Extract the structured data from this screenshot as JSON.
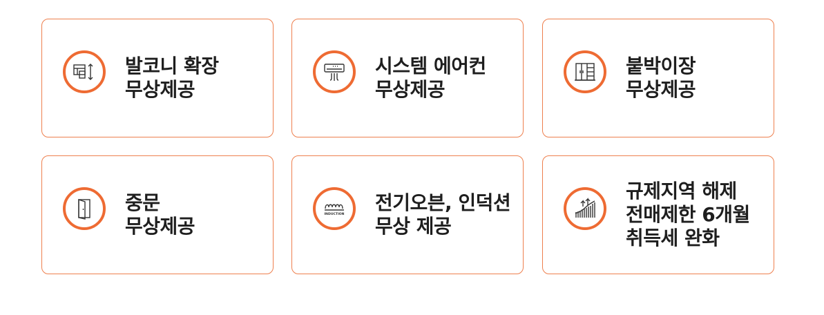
{
  "accent_color": "#ee6b33",
  "border_color": "#ee7f4d",
  "cards": [
    {
      "icon": "balcony-expansion-icon",
      "lines": [
        "발코니 확장",
        "무상제공"
      ]
    },
    {
      "icon": "air-conditioner-icon",
      "lines": [
        "시스템 에어컨",
        "무상제공"
      ]
    },
    {
      "icon": "built-in-closet-icon",
      "lines": [
        "붙박이장",
        "무상제공"
      ]
    },
    {
      "icon": "door-icon",
      "lines": [
        "중문",
        "무상제공"
      ]
    },
    {
      "icon": "induction-icon",
      "icon_label": "INDUCTION",
      "lines": [
        "전기오븐, 인덕션",
        "무상 제공"
      ]
    },
    {
      "icon": "rising-chart-icon",
      "lines": [
        "규제지역 해제",
        "전매제한 6개월",
        "취득세 완화"
      ]
    }
  ]
}
